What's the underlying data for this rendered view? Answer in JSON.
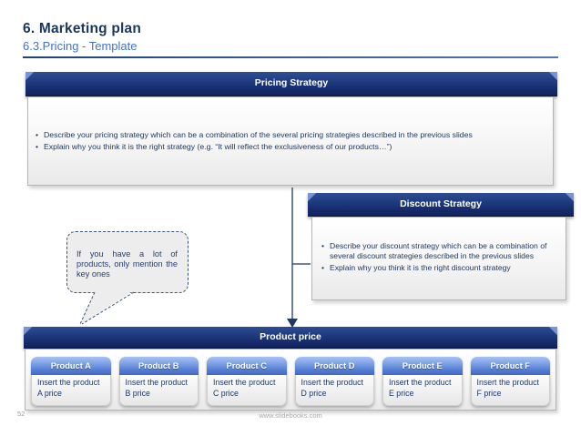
{
  "header": {
    "title": "6. Marketing plan",
    "subtitle": "6.3.Pricing - Template"
  },
  "pricing_panel": {
    "title": "Pricing Strategy",
    "bullets": [
      "Describe your pricing strategy which can be a combination of the several pricing strategies described in the previous slides",
      "Explain why you think it is the right strategy (e.g. “It will reflect the exclusiveness of our products…”)"
    ]
  },
  "discount_panel": {
    "title": "Discount Strategy",
    "bullets": [
      "Describe your discount strategy which can be a combination of several discount strategies described in the previous slides",
      "Explain why you think it is the right discount strategy"
    ]
  },
  "callout": {
    "text": "If you have a lot of products, only mention the key ones"
  },
  "product_panel": {
    "title": "Product price",
    "products": [
      {
        "name": "Product A",
        "placeholder": "Insert the product A price"
      },
      {
        "name": "Product B",
        "placeholder": "Insert the product B price"
      },
      {
        "name": "Product C",
        "placeholder": "Insert the product C price"
      },
      {
        "name": "Product D",
        "placeholder": "Insert the product D price"
      },
      {
        "name": "Product E",
        "placeholder": "Insert the product E price"
      },
      {
        "name": "Product F",
        "placeholder": "Insert the product F price"
      }
    ]
  },
  "footer": {
    "page_number": "52",
    "website": "www.slidebooks.com"
  },
  "colors": {
    "navy_text": "#17375E",
    "subtitle_blue": "#4273C8",
    "bar_navy": "#1E3A7D",
    "card_header_blue": "#527CD2",
    "panel_background": "#F5F5F5",
    "callout_fill": "#EDEDED"
  }
}
